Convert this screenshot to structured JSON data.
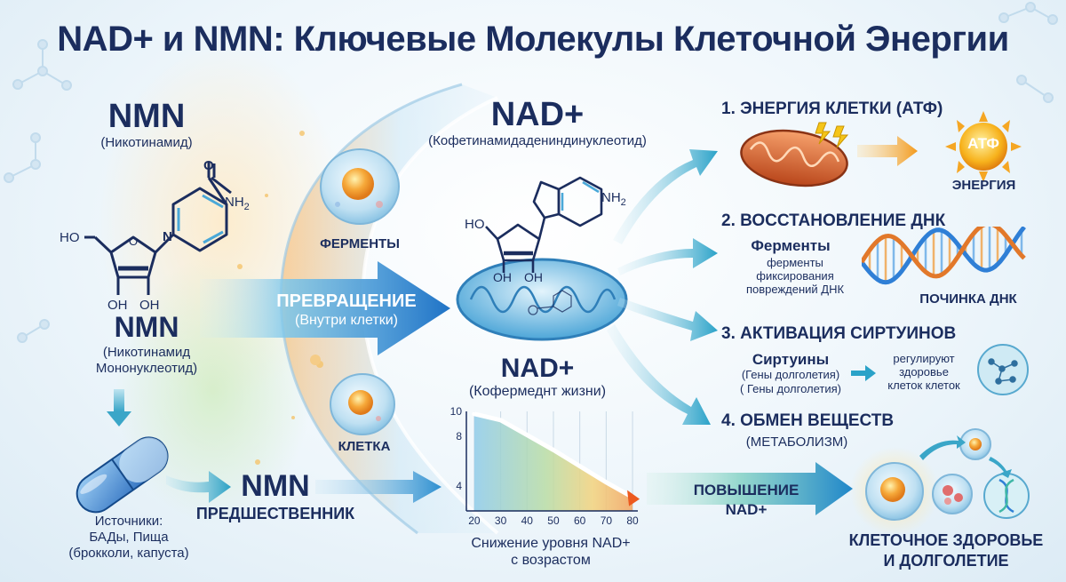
{
  "title": "NAD+ и NMN: Ключевые Молекулы Клеточной Энергии",
  "nmn": {
    "heading": "NMN",
    "subtitle": "(Никотинамид)",
    "heading2": "NMN",
    "subtitle2_line1": "(Никотинамид",
    "subtitle2_line2": "Мононуклеотид)",
    "atoms": {
      "o": "O",
      "nh2": "NH",
      "nh2_sub": "2",
      "n": "N",
      "ho": "HO",
      "oh1": "OH",
      "oh2": "OH"
    },
    "sources_line1": "Источники:",
    "sources_line2": "БАДы, Пища",
    "sources_line3": "(брокколи, капуста)",
    "precursor_heading": "NMN",
    "precursor_label": "ПРЕДШЕСТВЕННИК"
  },
  "cell": {
    "enzymes_label": "ФЕРМЕНТЫ",
    "cell_label": "КЛЕТКА",
    "conversion_label": "ПРЕВРАЩЕНИЕ",
    "conversion_sub": "(Внутри клетки)"
  },
  "nad": {
    "heading": "NAD+",
    "subtitle": "(Кофетинамидадениндинуклеотид)",
    "atoms": {
      "nh2": "NH",
      "nh2_sub": "2",
      "ho": "HO",
      "oh1": "OH",
      "oh2": "OH"
    },
    "heading2": "NAD+",
    "subtitle2": "(Кофермеднт жизни)"
  },
  "chart_data": {
    "type": "area",
    "x": [
      20,
      30,
      40,
      50,
      60,
      70,
      80
    ],
    "y": [
      9.8,
      9.3,
      8.1,
      6.9,
      5.6,
      4.3,
      3.1
    ],
    "xticks": [
      "20",
      "30",
      "40",
      "50",
      "60",
      "70",
      "80"
    ],
    "yticks": [
      "10",
      "8",
      "4"
    ],
    "xlim": [
      17,
      82
    ],
    "ylim": [
      2,
      10
    ],
    "caption_line1": "Снижение уровня NAD+",
    "caption_line2": "с возрастом"
  },
  "benefits": {
    "b1_title": "1. ЭНЕРГИЯ КЛЕТКИ (АТФ)",
    "atp_label": "АТФ",
    "energy_label": "ЭНЕРГИЯ",
    "b2_title": "2. ВОССТАНОВЛЕНИЕ ДНК",
    "enzymes_title": "Ферменты",
    "enzymes_l1": "ферменты",
    "enzymes_l2": "фиксирования",
    "enzymes_l3": "повреждений ДНК",
    "dna_repair_label": "ПОЧИНКА ДНК",
    "b3_title": "3. АКТИВАЦИЯ СИРТУИНОВ",
    "sirtuins_title": "Сиртуины",
    "sirtuins_l1": "(Гены долголетия)",
    "sirtuins_l2": "( Гены долголетия)",
    "regulate_l1": "регулируют",
    "regulate_l2": "здоровье",
    "regulate_l3": "клеток клеток",
    "b4_title": "4. ОБМЕН ВЕЩЕСТВ",
    "b4_sub": "(МЕТАБОЛИЗМ)",
    "increase_l1": "ПОВЫШЕНИЕ",
    "increase_l2": "NAD+",
    "health_l1": "КЛЕТОЧНОЕ ЗДОРОВЬЕ",
    "health_l2": "И ДОЛГОЛЕТИЕ"
  },
  "colors": {
    "navy": "#1b2d5e",
    "arrow_blue": "#2d8fd0",
    "teal_arrow": "#3aa6c8",
    "mito_orange": "#d9622b",
    "atp_gold": "#f5b21c",
    "dna_blue": "#2f7fd6",
    "dna_orange": "#e2782a"
  }
}
